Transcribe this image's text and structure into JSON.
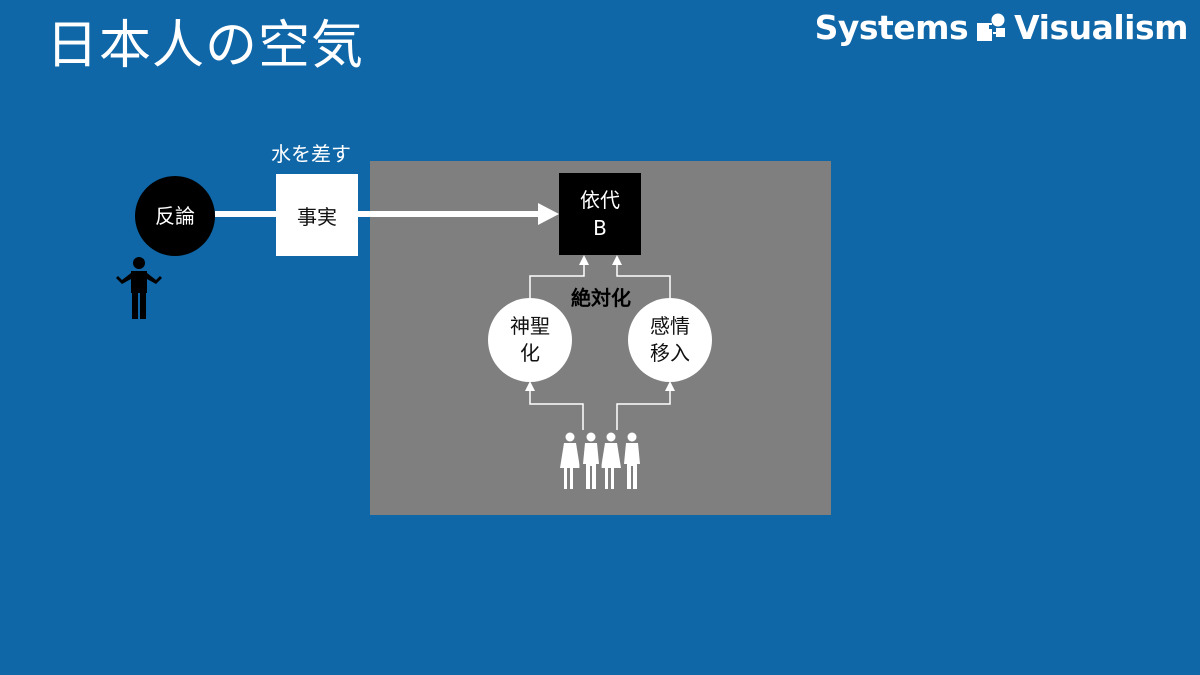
{
  "title": "日本人の空気",
  "brand": {
    "name": "Systems Visualism",
    "part1": "Systems",
    "part2": "Visualism",
    "icon": "systems-visualism-logo-icon"
  },
  "diagram": {
    "hanron": "反論",
    "mizu_label": "水を差す",
    "fact": "事実",
    "yorishiro_line1": "依代",
    "yorishiro_line2": "B",
    "absolutize": "絶対化",
    "shinseika_line1": "神聖",
    "shinseika_line2": "化",
    "kanjo_line1": "感情",
    "kanjo_line2": "移入",
    "person_icon": "person-shrug-icon",
    "crowd_icon": "crowd-icon"
  },
  "colors": {
    "background": "#0f67a8",
    "panel": "#7f7f7f",
    "dark": "#000000",
    "light": "#ffffff"
  }
}
